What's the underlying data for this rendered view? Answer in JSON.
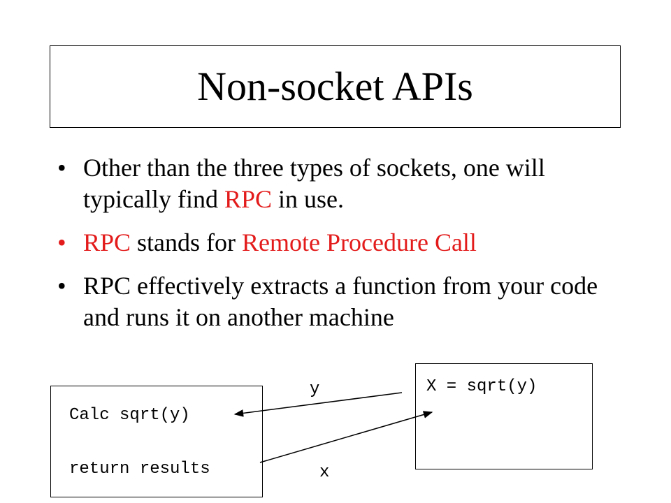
{
  "slide": {
    "title": "Non-socket APIs",
    "bullets": [
      {
        "segments": [
          {
            "text": "Other than the three types of sockets, one will typically find ",
            "color": "black"
          },
          {
            "text": "RPC",
            "color": "red"
          },
          {
            "text": " in use.",
            "color": "black"
          }
        ]
      },
      {
        "segments": [
          {
            "text": "RPC",
            "color": "red"
          },
          {
            "text": " stands for ",
            "color": "black"
          },
          {
            "text": "Remote Procedure Call",
            "color": "red"
          }
        ]
      },
      {
        "segments": [
          {
            "text": "RPC effectively extracts a function from your code and runs it on another machine",
            "color": "black"
          }
        ]
      }
    ],
    "bullet_char": "•"
  },
  "diagram": {
    "client": {
      "line1": "Calc sqrt(y)",
      "line2": "return results"
    },
    "server": {
      "line1": "X = sqrt(y)"
    },
    "labels": {
      "y": "y",
      "x": "x"
    }
  },
  "colors": {
    "accent_red": "#e31b1b",
    "text": "#000000",
    "background": "#ffffff"
  }
}
